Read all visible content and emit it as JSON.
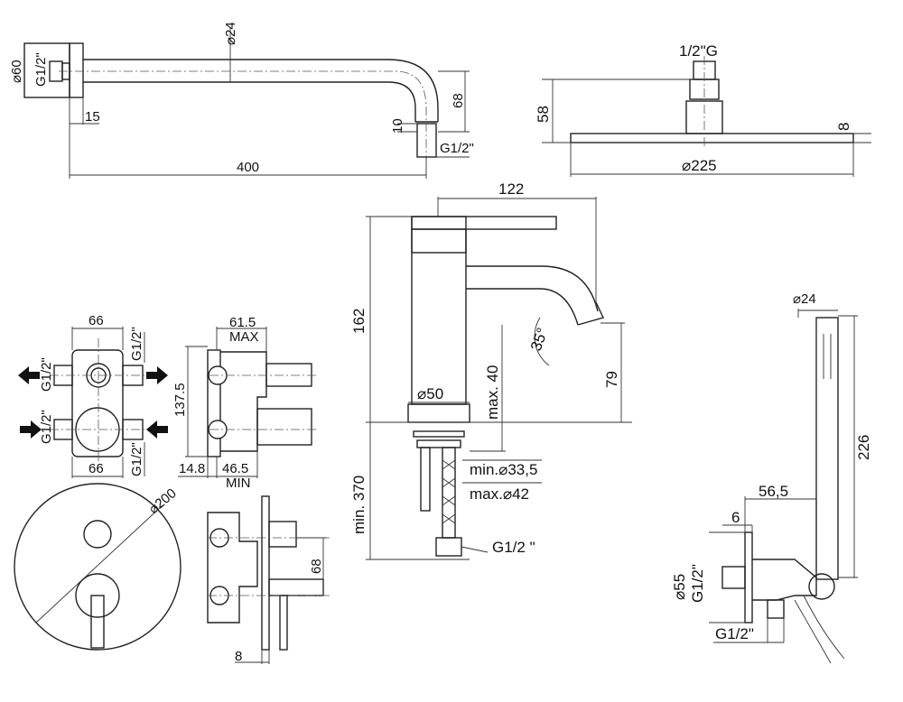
{
  "shower_arm": {
    "tube_diameter": "⌀24",
    "flange_diameter": "⌀60",
    "wall_thread": "G1/2\"",
    "flange_depth": "15",
    "length": "400",
    "drop": "68",
    "nut_height": "10",
    "outlet_thread": "G1/2\""
  },
  "shower_head": {
    "thread": "1/2\"G",
    "height": "58",
    "thickness": "8",
    "diameter": "⌀225"
  },
  "basin_mixer": {
    "reach": "122",
    "height": "162",
    "spout_angle": "35°",
    "spout_clearance": "79",
    "max_deck": "max. 40",
    "base_diameter": "⌀50",
    "min_hose": "min. 370",
    "min_hole": "min.⌀33,5",
    "max_hole": "max.⌀42",
    "thread": "G1/2 \""
  },
  "concealed_valve": {
    "width_top": "66",
    "width_bottom": "66",
    "thread_left_top": "G1/2\"",
    "thread_right_top": "G1/2\"",
    "thread_left_bottom": "G1/2\"",
    "thread_right_bottom": "G1/2\"",
    "depth_max": "61.5",
    "max_label": "MAX",
    "height": "137.5",
    "wall_offset": "14.8",
    "depth_min": "46.5",
    "min_label": "MIN"
  },
  "trim_plate": {
    "diameter": "⌀200",
    "spacing": "68",
    "plate_thickness": "8"
  },
  "hand_shower": {
    "handle_diameter": "⌀24",
    "length": "226",
    "projection": "56,5",
    "plate_thickness": "6",
    "outlet_diameter": "⌀55",
    "outlet_thread": "G1/2\"",
    "hose_thread": "G1/2\""
  }
}
